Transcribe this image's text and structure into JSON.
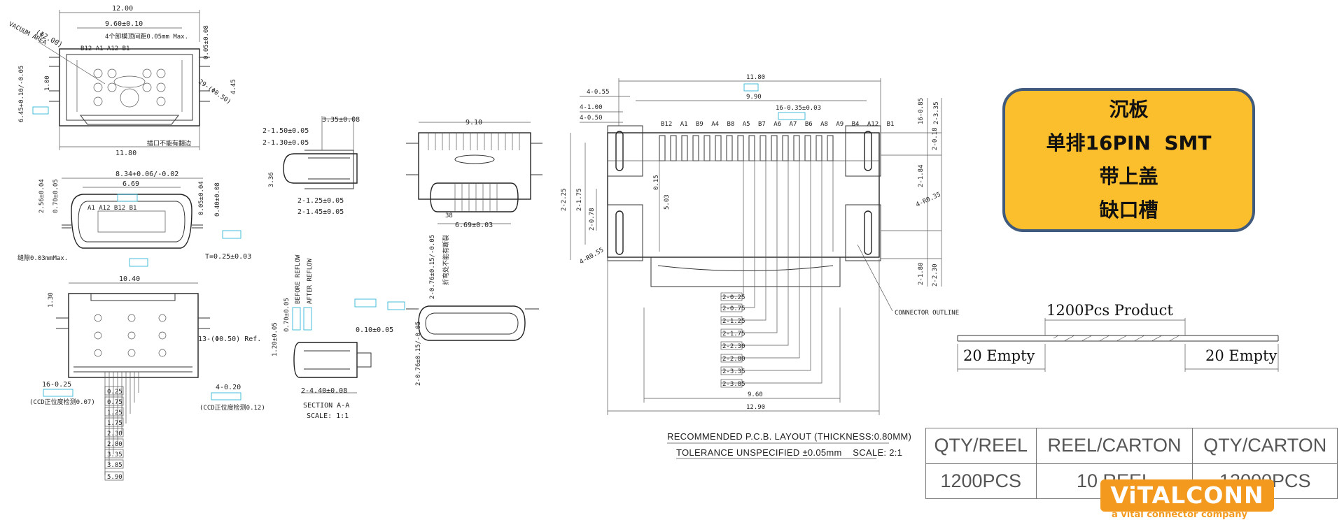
{
  "feature_box": {
    "line1": "沉板",
    "line2": "单排16PIN  SMT",
    "line3": "带上盖",
    "line4": "缺口槽"
  },
  "packaging": {
    "product": "1200Pcs Product",
    "empty_left": "20 Empty",
    "empty_right": "20 Empty"
  },
  "pcb_layout": {
    "title": "RECOMMENDED  P.C.B. LAYOUT (THICKNESS:0.80MM)",
    "tolerance": "TOLERANCE UNSPECIFIED ±0.05mm    SCALE: 2:1",
    "connector_outline": "CONNECTOR OUTLINE",
    "pin_labels": [
      "B12",
      "A1",
      "B9",
      "A4",
      "B8",
      "A5",
      "B7",
      "A6",
      "A7",
      "B6",
      "A8",
      "A9",
      "B4",
      "A12",
      "B1"
    ],
    "dims": {
      "top_width": "11.80",
      "inner_width": "9.90",
      "pitch": "16-0.35±0.03",
      "w960": "9.60",
      "w1290": "12.90",
      "d_455": "4-0.55",
      "d_400": "4-1.00",
      "d_050": "4-0.50",
      "d_225": "2-2.25",
      "d_175": "2-1.75",
      "d_078": "2-0.78",
      "d_r055": "4-R0.55",
      "d_015": "0.15",
      "d_503": "5.03",
      "r_085": "16-0.85",
      "r_335": "2-3.35",
      "r_018": "2-0.18",
      "r_184": "2-1.84",
      "r_r035": "4-R0.35",
      "r_180": "2-1.80",
      "r_230": "2-2.30"
    },
    "offsets": [
      "2-0.25",
      "2-0.75",
      "2-1.25",
      "2-1.75",
      "2-2.30",
      "2-2.80",
      "2-3.35",
      "2-3.85"
    ]
  },
  "left_views": {
    "top": {
      "w1200": "12.00",
      "w960": "9.60±0.10",
      "w1180": "11.80",
      "vacuum": "VACUUM AREA",
      "phi200": "(Φ2.00)",
      "h645": "6.45+0.10/-0.05",
      "h100": "1.00",
      "h005": "0.05±0.08",
      "h445": "4.45",
      "holes": "29-(Φ0.50)",
      "note_top": "4个卸模顶间距0.05mm Max.",
      "note_bottom": "插口不能有翻边",
      "pin_top": "B12 A1    A12 B1"
    },
    "mid": {
      "w834": "8.34+0.06/-0.02",
      "w669": "6.69",
      "h256": "2.56±0.04",
      "h070": "0.70±0.05",
      "h005": "0.05±0.04",
      "h040": "0.40±0.08",
      "t": "T=0.25±0.03",
      "note": "缝隙0.03mmMax.",
      "pins": "A1  A12  B12  B1"
    },
    "bottom": {
      "w1040": "10.40",
      "h130": "1.30",
      "holes": "13-(Φ0.50) Ref.",
      "pitch": "16-0.25",
      "d420": "4-0.20",
      "ccd1": "(CCD正位度检测0.07)",
      "ccd2": "(CCD正位度检测0.12)",
      "offsets": [
        "0.25",
        "0.75",
        "1.25",
        "1.75",
        "2.30",
        "2.80",
        "3.35",
        "3.85",
        "5.90"
      ]
    }
  },
  "center_views": {
    "side": {
      "w335": "3.35±0.08",
      "d150": "2-1.50±0.05",
      "d130": "2-1.30±0.05",
      "h336": "3.36",
      "d125": "2-1.25±0.05",
      "d145": "2-1.45±0.05"
    },
    "front": {
      "w910": "9.10",
      "w669": "6.69±0.03",
      "n38": "38"
    },
    "section": {
      "before": "BEFORE REFLOW",
      "after": "AFTER REFLOW",
      "h120": "1.20±0.05",
      "h070": "0.70±0.05",
      "w010": "0.10±0.05",
      "d440": "2-4.40±0.08",
      "label": "SECTION A-A",
      "scale": "SCALE: 1:1",
      "d076a": "2-0.76±0.15/-0.05",
      "d076b": "2-0.76±0.15/-0.05",
      "note": "折弯处不能有断裂"
    }
  },
  "packing_table": {
    "headers": [
      "QTY/REEL",
      "REEL/CARTON",
      "QTY/CARTON"
    ],
    "values": [
      "1200PCS",
      "10 REEL",
      "12000PCS"
    ]
  },
  "brand": {
    "logo": "ViTALCONN",
    "tagline": "a vital connector company"
  },
  "colors": {
    "accent_box": "#fbbe2c",
    "box_border": "#3f5a7c",
    "logo": "#f39a1e",
    "datum": "#33b6d6"
  }
}
